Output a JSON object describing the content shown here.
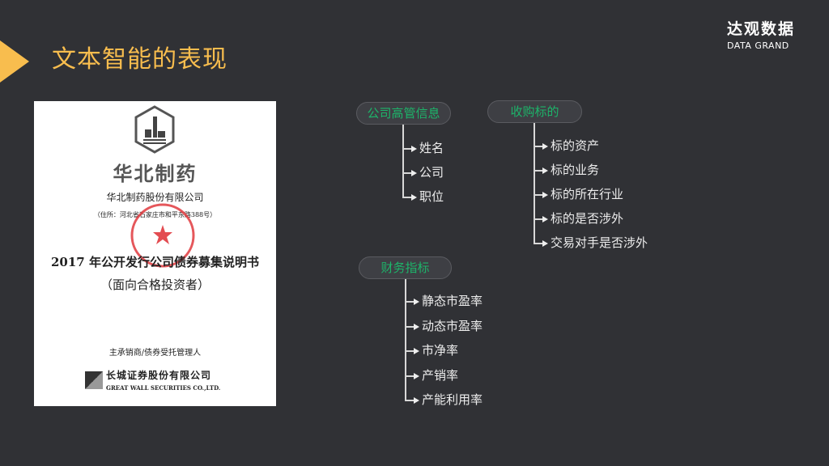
{
  "slide": {
    "title": "文本智能的表现",
    "accent_color": "#f8bd4e",
    "background": "#303135"
  },
  "brand": {
    "name_cn": "达观数据",
    "name_en": "DATA GRAND"
  },
  "document": {
    "logo_text": "华北制药",
    "company": "华北制药股份有限公司",
    "address": "（住所：河北省石家庄市和平东路388号）",
    "title": "2017 年公开发行公司债券募集说明书",
    "subtitle": "（面向合格投资者）",
    "underwriter_label": "主承销商/债券受托管理人",
    "underwriter_cn": "长城证券股份有限公司",
    "underwriter_en": "GREAT WALL SECURITIES CO.,LTD."
  },
  "mindmap": {
    "node_text_color": "#1db46a",
    "groups": [
      {
        "label": "公司高管信息",
        "items": [
          "姓名",
          "公司",
          "职位"
        ]
      },
      {
        "label": "收购标的",
        "items": [
          "标的资产",
          "标的业务",
          "标的所在行业",
          "标的是否涉外",
          "交易对手是否涉外"
        ]
      },
      {
        "label": "财务指标",
        "items": [
          "静态市盈率",
          "动态市盈率",
          "市净率",
          "产销率",
          "产能利用率"
        ]
      }
    ]
  }
}
